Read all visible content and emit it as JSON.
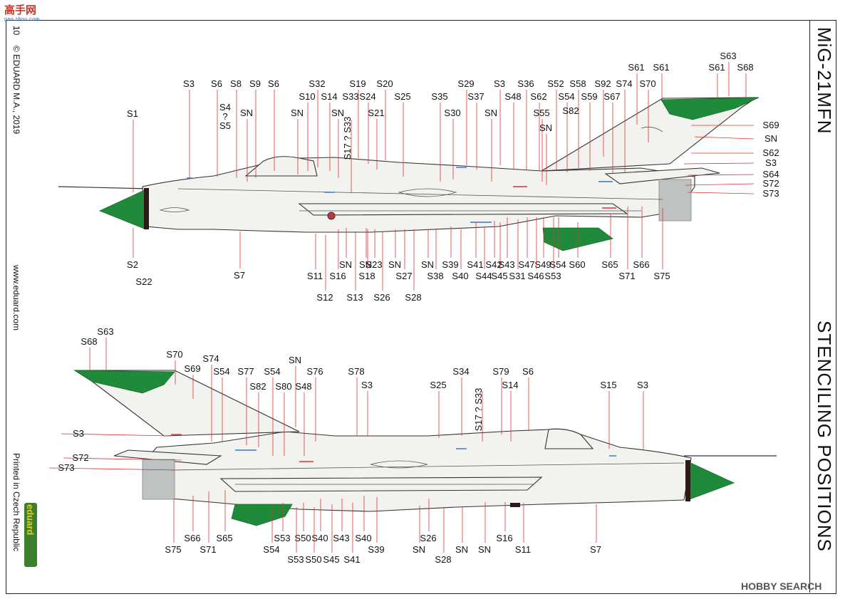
{
  "title": "MiG-21MFN",
  "subtitle": "STENCILING POSITIONS",
  "page_number": "10",
  "copyright": "© EDUARD M.A., 2019",
  "website": "www.eduard.com",
  "printed": "Printed in Czech Republic",
  "logo_text": "eduard",
  "watermark_top": "高手网",
  "watermark_top_sub": "gao.shou.com",
  "watermark_bottom": "HOBBY SEARCH",
  "colors": {
    "camo_green": "#1f8b3a",
    "leader_red": "#d33333",
    "stencil_blue": "#3a72c8",
    "body": "#f2f3ef"
  },
  "top_view": {
    "labels": [
      "S3",
      "S6",
      "S8",
      "S9",
      "S6",
      "S32",
      "S19",
      "S20",
      "S29",
      "S3",
      "S36",
      "S52",
      "S58",
      "S92",
      "S74",
      "S70",
      "S61",
      "S61",
      "S63",
      "S61",
      "S68",
      "S1",
      "S4",
      "?",
      "S5",
      "SN",
      "SN",
      "S10",
      "S14",
      "S33",
      "S24",
      "S25",
      "S35",
      "S37",
      "S48",
      "S62",
      "S54",
      "S59",
      "S67",
      "S17 ? S33",
      "SN",
      "S21",
      "S30",
      "SN",
      "S55",
      "S82",
      "SN",
      "S69",
      "SN",
      "S62",
      "S3",
      "S64",
      "S72",
      "S73",
      "S2",
      "S22",
      "S7",
      "SN",
      "SN",
      "S23",
      "SN",
      "SN",
      "S39",
      "S41",
      "S42",
      "S43",
      "S47",
      "S49",
      "S54",
      "S60",
      "S65",
      "S66",
      "S11",
      "S16",
      "S18",
      "S27",
      "S38",
      "S40",
      "S44",
      "S45",
      "S31",
      "S46",
      "S53",
      "S71",
      "S75",
      "S12",
      "S13",
      "S26",
      "S28"
    ]
  },
  "bottom_view": {
    "labels": [
      "S68",
      "S63",
      "S70",
      "S74",
      "S69",
      "S54",
      "S77",
      "S54",
      "SN",
      "S76",
      "S78",
      "S34",
      "S79",
      "S6",
      "S82",
      "S80",
      "S48",
      "S3",
      "S25",
      "S17 ? S33",
      "S14",
      "S15",
      "S3",
      "S3",
      "S72",
      "S73",
      "S75",
      "S66",
      "S71",
      "S65",
      "S53",
      "S50",
      "S40",
      "S43",
      "S40",
      "S39",
      "S26",
      "SN",
      "SN",
      "S16",
      "S11",
      "S7",
      "S54",
      "S53",
      "S50",
      "S45",
      "S41",
      "S28",
      "SN"
    ]
  }
}
